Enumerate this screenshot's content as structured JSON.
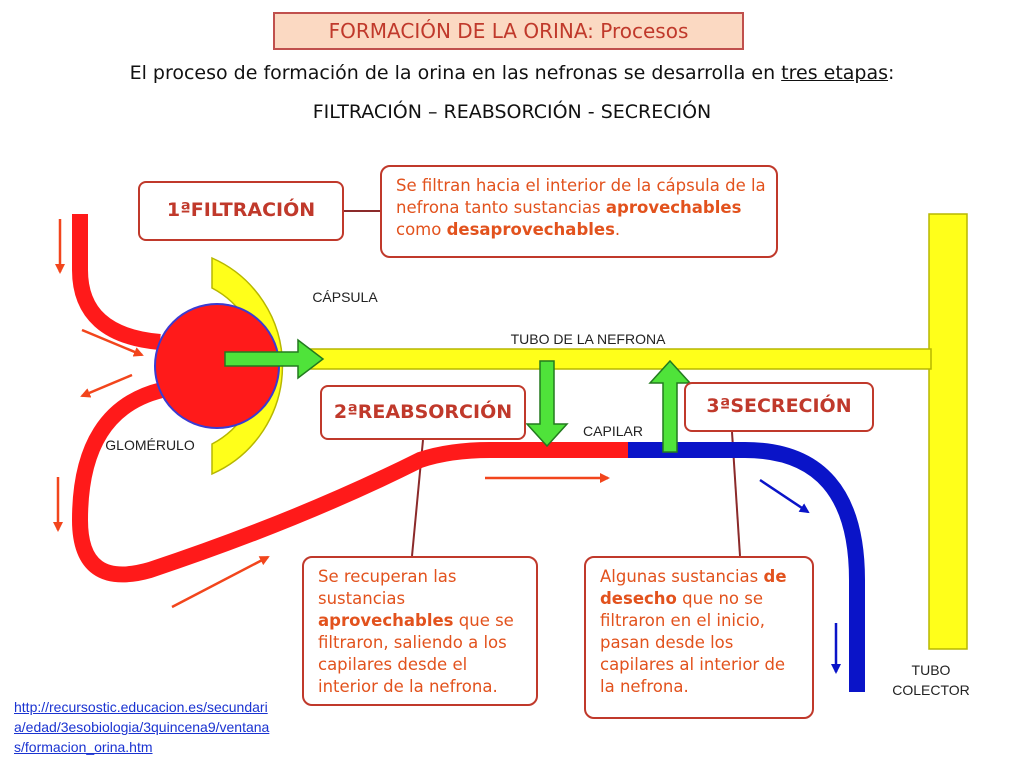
{
  "title": "FORMACIÓN DE LA ORINA: Procesos",
  "intro": {
    "text_before": "El proceso de formación de la orina en las nefronas se desarrolla en ",
    "underlined": "tres etapas",
    "text_after": ":",
    "stages_line": "FILTRACIÓN – REABSORCIÓN - SECRECIÓN"
  },
  "stages": {
    "filtration": {
      "label": "1ªFILTRACIÓN",
      "info_1": "Se filtran hacia el interior de la cápsula de la nefrona tanto sustancias ",
      "info_bold_1": "aprovechables",
      "info_2": " como ",
      "info_bold_2": "desaprovechables",
      "info_3": "."
    },
    "reabsorption": {
      "label": "2ªREABSORCIÓN",
      "info_1": "Se recuperan las sustancias ",
      "info_bold_1": "aprovechables",
      "info_2": " que se filtraron, saliendo a los capilares desde el interior de la nefrona."
    },
    "secretion": {
      "label": "3ªSECRECIÓN",
      "info_1": "Algunas sustancias ",
      "info_bold_1": "de desecho",
      "info_2": " que no se filtraron en el inicio, pasan desde los capilares al interior de la nefrona."
    }
  },
  "labels": {
    "capsule": "CÁPSULA",
    "nephron_tube": "TUBO DE LA NEFRONA",
    "glomerulus": "GLOMÉRULO",
    "capillary": "CAPILAR",
    "collector_line1": "TUBO",
    "collector_line2": "COLECTOR"
  },
  "source_link": "http://recursostic.educacion.es/secundaria/edad/3esobiologia/3quincena9/ventanas/formacion_orina.htm",
  "colors": {
    "blood_red": "#ff1a1a",
    "blood_blue": "#0a14c8",
    "nephron_yellow": "#ffff1a",
    "arrow_green": "#4fe33a",
    "arrow_orange": "#f2451c",
    "box_border": "#c0392b",
    "title_bg": "#fbd9c2"
  }
}
